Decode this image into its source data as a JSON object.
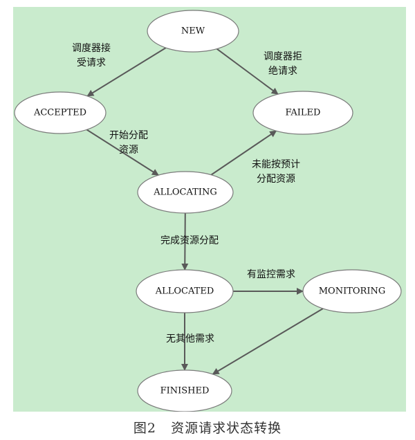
{
  "states": [
    {
      "id": "new",
      "label": "NEW"
    },
    {
      "id": "accepted",
      "label": "ACCEPTED"
    },
    {
      "id": "failed",
      "label": "FAILED"
    },
    {
      "id": "allocating",
      "label": "ALLOCATING"
    },
    {
      "id": "allocated",
      "label": "ALLOCATED"
    },
    {
      "id": "monitoring",
      "label": "MONITORING"
    },
    {
      "id": "finished",
      "label": "FINISHED"
    }
  ],
  "transitions": [
    {
      "from": "new",
      "to": "accepted",
      "label_lines": [
        "调度器接",
        "受请求"
      ]
    },
    {
      "from": "new",
      "to": "failed",
      "label_lines": [
        "调度器拒",
        "绝请求"
      ]
    },
    {
      "from": "accepted",
      "to": "allocating",
      "label_lines": [
        "开始分配",
        "资源"
      ]
    },
    {
      "from": "allocating",
      "to": "failed",
      "label_lines": [
        "未能按预计",
        "分配资源"
      ]
    },
    {
      "from": "allocating",
      "to": "allocated",
      "label_lines": [
        "完成资源分配"
      ]
    },
    {
      "from": "allocated",
      "to": "monitoring",
      "label_lines": [
        "有监控需求"
      ]
    },
    {
      "from": "allocated",
      "to": "finished",
      "label_lines": [
        "无其他需求"
      ]
    },
    {
      "from": "monitoring",
      "to": "finished",
      "label_lines": []
    }
  ],
  "caption": "图2   资源请求状态转换",
  "colors": {
    "background": "#c9ebcd",
    "node_fill": "#ffffff",
    "node_stroke": "#7a7a7a",
    "edge": "#595959"
  }
}
